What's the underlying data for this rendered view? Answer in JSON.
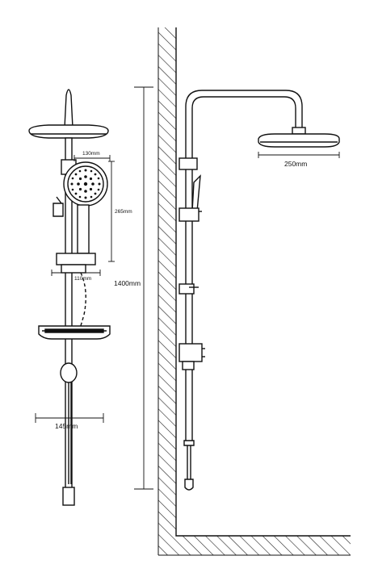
{
  "dimensions": {
    "head_width_front": "130mm",
    "handset_height": "265mm",
    "holder_width": "110mm",
    "total_height": "1400mm",
    "hose_width": "145mm",
    "overhead_diameter": "250mm"
  },
  "colors": {
    "line": "#111111",
    "background": "#ffffff",
    "wall_hatch": "#222222"
  }
}
